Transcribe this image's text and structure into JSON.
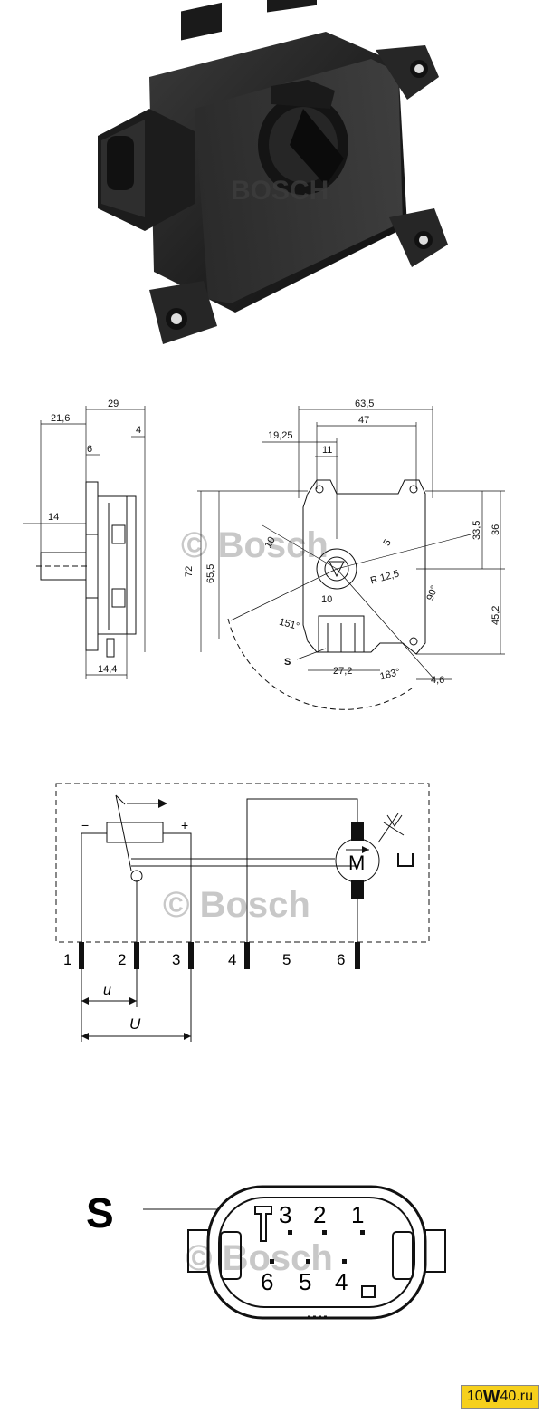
{
  "watermark": "© Bosch",
  "photo": {
    "brand_mark": "BOSCH"
  },
  "drawing": {
    "side_dims": [
      "29",
      "21,6",
      "4",
      "6",
      "14",
      "14,4"
    ],
    "front_dims": [
      "63,5",
      "47",
      "19,25",
      "11",
      "72",
      "65,5",
      "33,5",
      "36",
      "45,2",
      "10",
      "5",
      "R 12,5",
      "90°",
      "10",
      "151°",
      "183°",
      "27,2",
      "4,6"
    ],
    "s_label": "S"
  },
  "schematic": {
    "minus": "−",
    "plus": "+",
    "motor": "M",
    "pins": [
      "1",
      "2",
      "3",
      "4",
      "5",
      "6"
    ],
    "u_small": "u",
    "u_big": "U"
  },
  "connector": {
    "label": "S",
    "top_pins": [
      "3",
      "2",
      "1"
    ],
    "bottom_pins": [
      "6",
      "5",
      "4"
    ]
  },
  "site": {
    "prefix": "10",
    "w": "W",
    "suffix": "40.ru"
  }
}
